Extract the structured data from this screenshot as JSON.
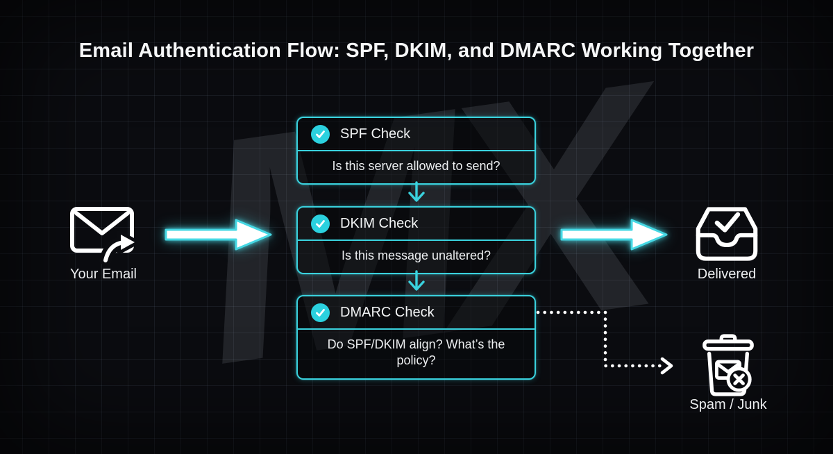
{
  "title": "Email Authentication Flow: SPF, DKIM, and DMARC Working Together",
  "watermark_text": "MX",
  "source": {
    "icon": "email-forward-icon",
    "label": "Your Email"
  },
  "flow": {
    "checks": [
      {
        "icon": "check-circle-icon",
        "name": "SPF Check",
        "question": "Is this server allowed to send?"
      },
      {
        "icon": "check-circle-icon",
        "name": "DKIM Check",
        "question": "Is this message unaltered?"
      },
      {
        "icon": "check-circle-icon",
        "name": "DMARC Check",
        "question": "Do SPF/DKIM align? What’s the policy?"
      }
    ],
    "connectors": [
      "arrow-right",
      "arrow-down",
      "arrow-down",
      "arrow-right",
      "dotted-elbow-arrow"
    ]
  },
  "outcomes": {
    "delivered": {
      "icon": "inbox-check-icon",
      "label": "Delivered"
    },
    "spam": {
      "icon": "trash-spam-icon",
      "label": "Spam / Junk"
    }
  },
  "colors": {
    "background": "#0B0C10",
    "accent_cyan": "#3AD2DE",
    "badge_cyan": "#2BD1DF",
    "text": "#F2F4F5",
    "dotted_line": "#FFFFFF",
    "watermark": "#33363B"
  }
}
